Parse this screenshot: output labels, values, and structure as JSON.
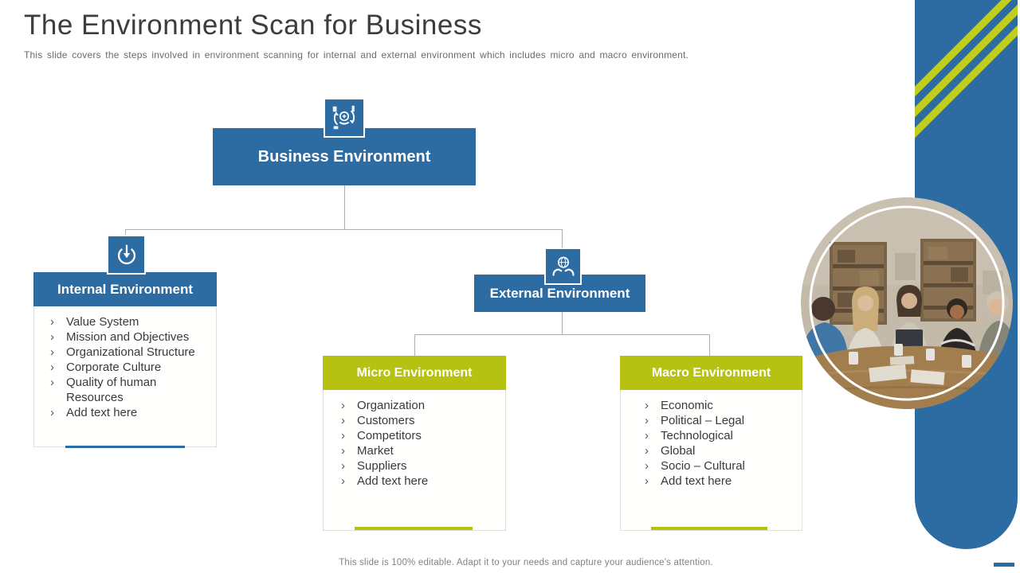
{
  "ui": {
    "bullet": "›"
  },
  "slide": {
    "title": "The Environment Scan for Business",
    "subtitle": "This slide covers the steps involved in environment scanning for internal and external environment which includes micro and macro environment.",
    "footer": "This slide is 100% editable. Adapt it to your needs and capture your audience's attention."
  },
  "colors": {
    "box_blue": "#2d6ca3",
    "box_green": "#b5c211",
    "stripe_green": "#c1ce1f",
    "connector_gray": "#aeaeae"
  },
  "diagram": {
    "root": {
      "label": "Business Environment",
      "icon": "business-scan-icon"
    },
    "internal": {
      "label": "Internal Environment",
      "icon": "power-icon",
      "items": [
        "Value System",
        "Mission and Objectives",
        "Organizational Structure",
        "Corporate Culture",
        "Quality of human Resources",
        "Add text here"
      ]
    },
    "external": {
      "label": "External Environment",
      "icon": "hands-globe-icon"
    },
    "micro": {
      "label": "Micro Environment",
      "items": [
        "Organization",
        "Customers",
        "Competitors",
        "Market",
        "Suppliers",
        "Add text here"
      ]
    },
    "macro": {
      "label": "Macro Environment",
      "items": [
        "Economic",
        "Political – Legal",
        "Technological",
        "Global",
        "Socio – Cultural",
        "Add text here"
      ]
    }
  }
}
